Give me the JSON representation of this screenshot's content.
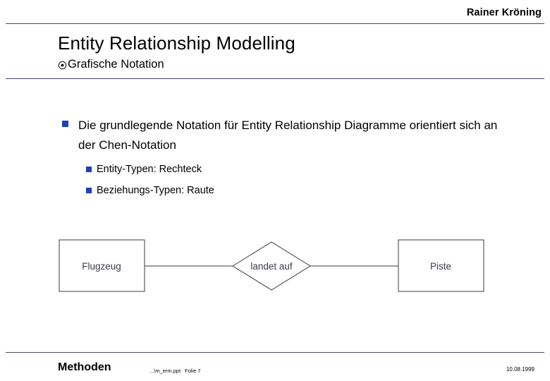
{
  "header": {
    "author": "Rainer Kröning"
  },
  "slide": {
    "title": "Entity Relationship Modelling",
    "subtitle": "Grafische Notation",
    "subtitle_icon": "sun-icon",
    "bullets": [
      {
        "level": 1,
        "text": "Die grundlegende Notation für Entity Relationship Diagramme orientiert sich an der Chen-Notation"
      },
      {
        "level": 2,
        "text": "Entity-Typen: Rechteck"
      },
      {
        "level": 2,
        "text": "Beziehungs-Typen: Raute"
      }
    ],
    "diagram": {
      "entity_left": "Flugzeug",
      "relationship": "landet auf",
      "entity_right": "Piste"
    }
  },
  "footer": {
    "section": "Methoden",
    "file": "...\\m_erm.ppt",
    "page": "Folie 7",
    "date": "10.08.1999"
  },
  "colors": {
    "rule": "#4a4a6a",
    "bullet_marker": "#1f3fbf",
    "diagram_stroke": "#3a3a4a",
    "text": "#000000"
  }
}
